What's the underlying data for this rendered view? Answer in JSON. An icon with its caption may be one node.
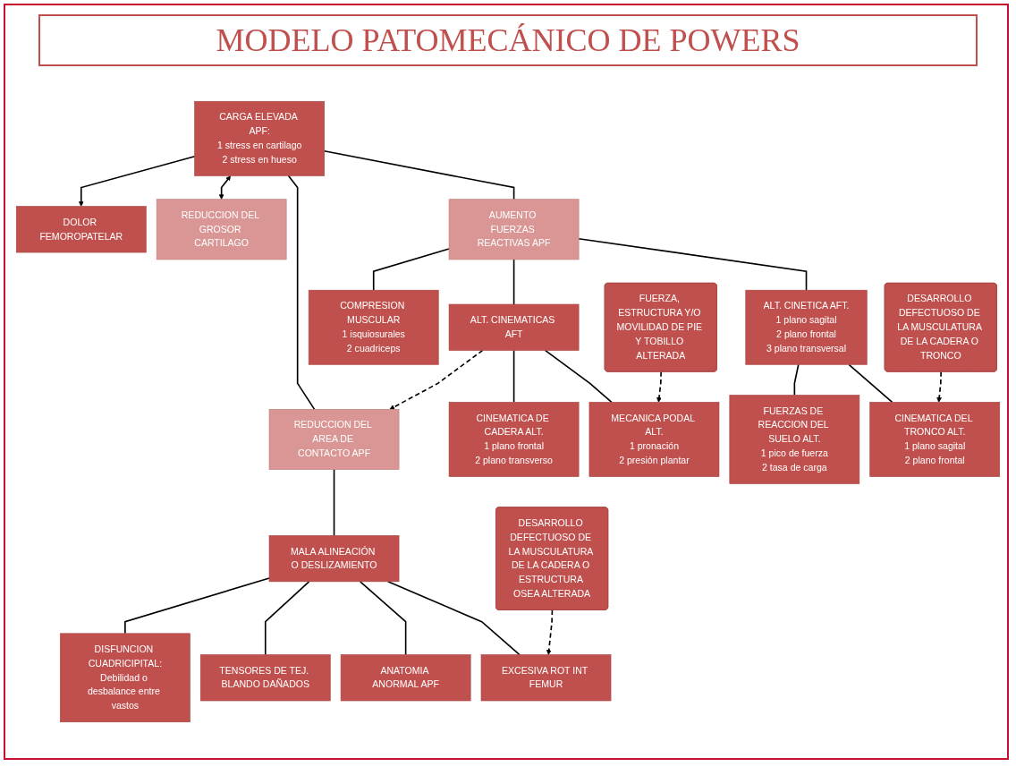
{
  "diagram": {
    "title": "MODELO PATOMECÁNICO DE POWERS",
    "nodes": [
      {
        "text": [
          "DOLOR FEMOROPATELAR"
        ]
      },
      {
        "text": [
          "CARGA ELEVADA APF:",
          "1 stress en cartilago",
          "2 stress en hueso"
        ]
      },
      {
        "text": [
          "REDUCCION DEL AREA DE CONTACTO APF"
        ]
      },
      {
        "text": [
          "REDUCCION DEL GROSOR CARTILAGO"
        ]
      },
      {
        "text": [
          "AUMENTO FUERZAS REACTIVAS APF"
        ]
      },
      {
        "text": [
          "MALA ALINEACIÓN O DESLIZAMIENTO"
        ]
      },
      {
        "text": [
          "ALT. CINEMATICAS AFT"
        ]
      },
      {
        "text": [
          "COMPRESION MUSCULAR",
          "1 isquiosurales",
          "2 cuadriceps"
        ]
      },
      {
        "text": [
          "ALT. CINETICA AFT.",
          "1 plano sagital",
          "2 plano frontal",
          "3 plano transversal"
        ]
      },
      {
        "text": [
          "DISFUNCION CUADRICIPITAL:",
          "Debilidad o desbalance entre vastos"
        ]
      },
      {
        "text": [
          "TENSORES DE TEJ. BLANDO DAÑADOS"
        ]
      },
      {
        "text": [
          "ANATOMIA ANORMAL APF"
        ]
      },
      {
        "text": [
          "EXCESIVA ROT INT FEMUR"
        ]
      },
      {
        "text": [
          "CINEMATICA DE CADERA ALT.",
          "1 plano frontal",
          "2 plano transverso"
        ]
      },
      {
        "text": [
          "MECANICA PODAL ALT.",
          "1 pronación",
          "2 presión plantar"
        ]
      },
      {
        "text": [
          "FUERZAS DE REACCION DEL SUELO ALT.",
          "1 pico de fuerza",
          "2 tasa de carga"
        ]
      },
      {
        "text": [
          "CINEMATICA DEL TRONCO ALT.",
          "1 plano sagital",
          "2 plano frontal"
        ]
      },
      {
        "text": [
          "DESARROLLO DEFECTUOSO DE LA MUSCULATURA DE LA CADERA O ESTRUCTURA OSEA ALTERADA"
        ]
      },
      {
        "text": [
          "FUERZA, ESTRUCTURA Y/O MOVILIDAD DE PIE Y TOBILLO ALTERADA"
        ]
      },
      {
        "text": [
          "DESARROLLO DEFECTUOSO DE LA MUSCULATURA DE LA CADERA O TRONCO"
        ]
      }
    ],
    "edges": [
      {
        "from": 1,
        "to": 0,
        "arrow": "to"
      },
      {
        "from": 1,
        "to": 2,
        "arrow": "none"
      },
      {
        "from": 1,
        "to": 3,
        "arrow": "both"
      },
      {
        "from": 1,
        "to": 4,
        "arrow": "none"
      },
      {
        "from": 2,
        "to": 5,
        "arrow": "none"
      },
      {
        "from": 4,
        "to": 6,
        "arrow": "none"
      },
      {
        "from": 4,
        "to": 7,
        "arrow": "none"
      },
      {
        "from": 4,
        "to": 8,
        "arrow": "none"
      },
      {
        "from": 6,
        "to": 2,
        "arrow": "to",
        "style": "dashed"
      },
      {
        "from": 5,
        "to": 9,
        "arrow": "none"
      },
      {
        "from": 5,
        "to": 10,
        "arrow": "none"
      },
      {
        "from": 5,
        "to": 11,
        "arrow": "none"
      },
      {
        "from": 5,
        "to": 12,
        "arrow": "none"
      },
      {
        "from": 6,
        "to": 13,
        "arrow": "none"
      },
      {
        "from": 6,
        "to": 14,
        "arrow": "none"
      },
      {
        "from": 8,
        "to": 15,
        "arrow": "none"
      },
      {
        "from": 8,
        "to": 16,
        "arrow": "none"
      },
      {
        "from": 17,
        "to": 12,
        "arrow": "to",
        "style": "dashed"
      },
      {
        "from": 18,
        "to": 14,
        "arrow": "to",
        "style": "dashed"
      },
      {
        "from": 19,
        "to": 16,
        "arrow": "to",
        "style": "dashed"
      }
    ]
  }
}
